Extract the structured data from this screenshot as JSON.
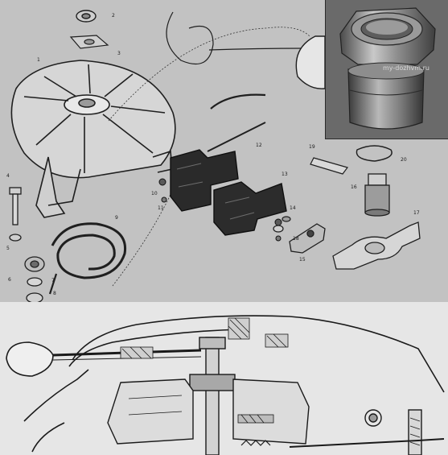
{
  "figure": {
    "watermark_text": "my-dozhvm.ru",
    "callouts": [
      {
        "id": "c1",
        "text": "1"
      },
      {
        "id": "c2",
        "text": "2"
      },
      {
        "id": "c3",
        "text": "3"
      },
      {
        "id": "c4",
        "text": "4"
      },
      {
        "id": "c5",
        "text": "5"
      },
      {
        "id": "c6",
        "text": "6"
      },
      {
        "id": "c7",
        "text": "7"
      },
      {
        "id": "c8",
        "text": "8"
      },
      {
        "id": "c9",
        "text": "9"
      },
      {
        "id": "c10",
        "text": "10"
      },
      {
        "id": "c11",
        "text": "11"
      },
      {
        "id": "c12",
        "text": "12"
      },
      {
        "id": "c13",
        "text": "13"
      },
      {
        "id": "c14",
        "text": "14"
      },
      {
        "id": "c15",
        "text": "15"
      },
      {
        "id": "c16",
        "text": "16"
      },
      {
        "id": "c17",
        "text": "17"
      },
      {
        "id": "c18",
        "text": "18"
      },
      {
        "id": "c19",
        "text": "19"
      },
      {
        "id": "c20",
        "text": "20"
      }
    ]
  }
}
